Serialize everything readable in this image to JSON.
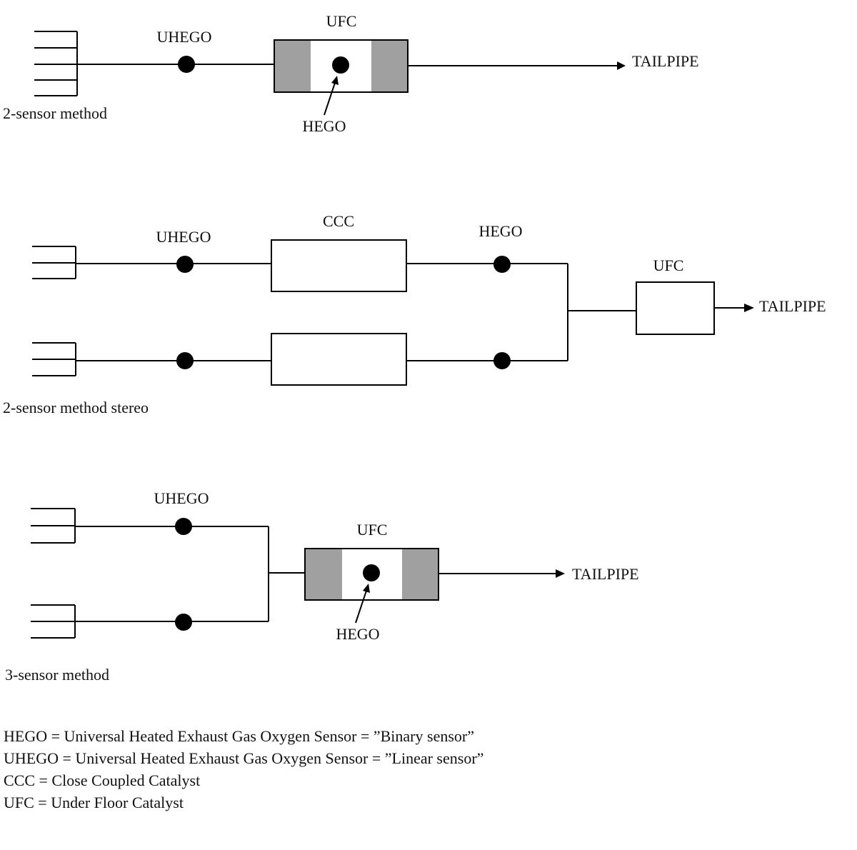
{
  "diagram1": {
    "caption": "2-sensor method",
    "uhego_label": "UHEGO",
    "ufc_label": "UFC",
    "hego_label": "HEGO",
    "tailpipe_label": "TAILPIPE"
  },
  "diagram2": {
    "caption": "2-sensor method stereo",
    "uhego_label": "UHEGO",
    "ccc_label": "CCC",
    "hego_label": "HEGO",
    "ufc_label": "UFC",
    "tailpipe_label": "TAILPIPE"
  },
  "diagram3": {
    "caption": "3-sensor method",
    "uhego_label": "UHEGO",
    "ufc_label": "UFC",
    "hego_label": "HEGO",
    "tailpipe_label": "TAILPIPE"
  },
  "legend": [
    "HEGO = Universal Heated Exhaust Gas Oxygen Sensor = ”Binary sensor”",
    "UHEGO = Universal Heated Exhaust Gas Oxygen Sensor = ”Linear sensor”",
    "CCC = Close Coupled Catalyst",
    "UFC = Under Floor Catalyst"
  ]
}
